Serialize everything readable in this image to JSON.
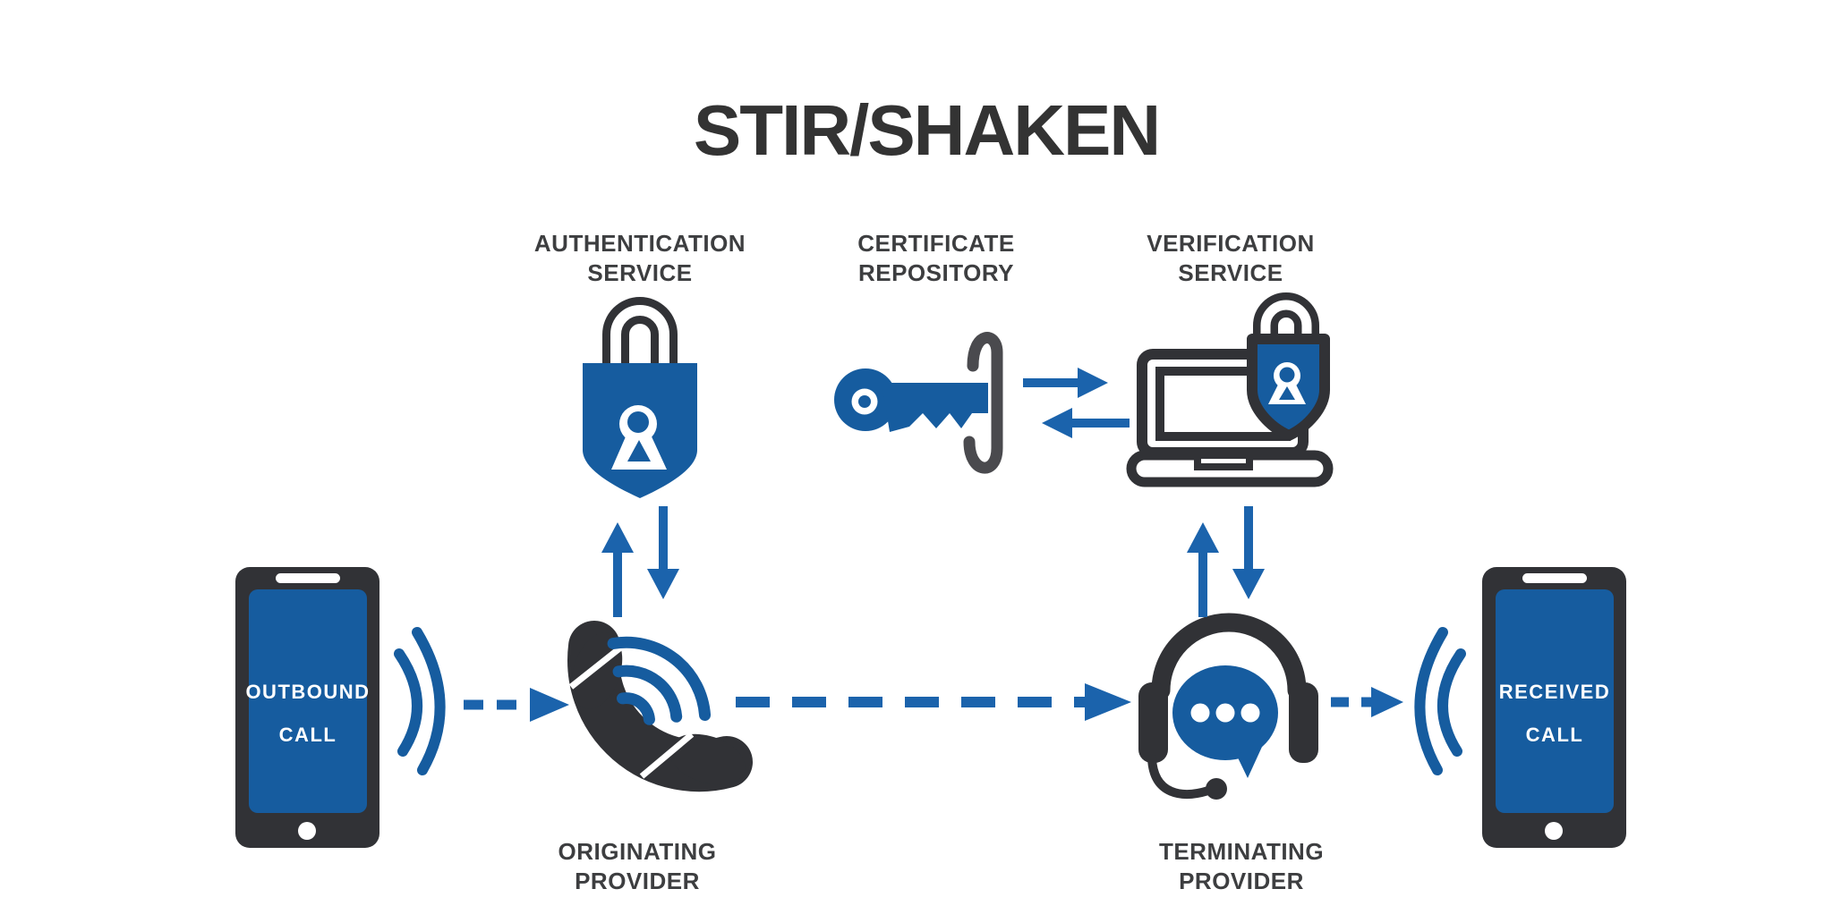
{
  "title": "STIR/SHAKEN",
  "colors": {
    "icon_blue": "#165C9F",
    "arrow_blue": "#1B63AC",
    "icon_dark": "#313236",
    "hook_gray": "#4A4A4E",
    "label_text": "#3D3E40",
    "title_text": "#333333",
    "screen_text": "#FFFFFF",
    "background": "#FFFFFF"
  },
  "labels": {
    "authentication_service": [
      "AUTHENTICATION",
      "SERVICE"
    ],
    "certificate_repository": [
      "CERTIFICATE",
      "REPOSITORY"
    ],
    "verification_service": [
      "VERIFICATION",
      "SERVICE"
    ],
    "originating_provider": [
      "ORIGINATING",
      "PROVIDER"
    ],
    "terminating_provider": [
      "TERMINATING",
      "PROVIDER"
    ],
    "outbound_call": [
      "OUTBOUND",
      "CALL"
    ],
    "received_call": [
      "RECEIVED",
      "CALL"
    ]
  },
  "icons": {
    "authentication_service": "padlock-shield-icon",
    "certificate_repository": "key-icon",
    "verification_service": "laptop-with-shield-lock-icon",
    "originating_provider": "phone-handset-signal-icon",
    "terminating_provider": "headset-chat-bubble-icon",
    "outbound_device": "smartphone-icon",
    "received_device": "smartphone-icon",
    "sound_waves": "sound-wave-arcs-icon"
  },
  "arrows": {
    "outbound_to_originating": "dashed right arrow",
    "originating_to_terminating": "dashed right arrow",
    "terminating_to_received": "dashed right arrow",
    "originating_and_authentication": "two-way vertical arrows",
    "certificate_and_verification": "two-way horizontal arrows",
    "verification_and_terminating": "two-way vertical arrows"
  }
}
